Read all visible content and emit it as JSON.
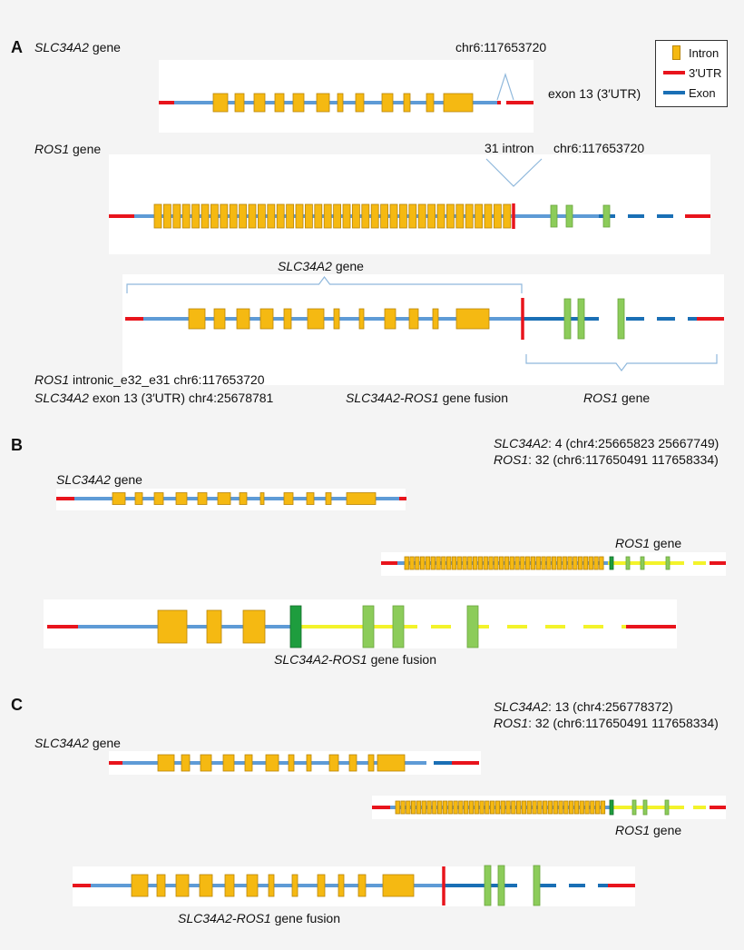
{
  "panels": {
    "a": "A",
    "b": "B",
    "c": "C"
  },
  "legend": {
    "intron": {
      "label": "Intron",
      "color": "#f5b912"
    },
    "utr": {
      "label": "3′UTR",
      "color": "#e8141c"
    },
    "exon": {
      "label": "Exon",
      "color": "#1a6fb5"
    }
  },
  "colors": {
    "backbone": "#5e9bd6",
    "intron_fill": "#f5b912",
    "intron_border": "#b9860a",
    "utr": "#e8141c",
    "exon_dark": "#1a6fb5",
    "ros_exon": "#8ccc5a",
    "ros_exon_dark": "#1e9d3e",
    "yellow_line": "#f3f32a"
  },
  "panel_a": {
    "slc_gene": {
      "gene": "SLC34A2",
      "suffix": " gene"
    },
    "breakpoint1": "chr6:117653720",
    "exon13": "exon 13 (3′UTR)",
    "ros_gene": {
      "gene": "ROS1",
      "suffix": " gene"
    },
    "intron31": "31 intron",
    "breakpoint2": "chr6:117653720",
    "fusion_slc_label": {
      "gene": "SLC34A2",
      "suffix": " gene"
    },
    "note1": {
      "gene": "ROS1",
      "suffix": " intronic_e32_e31 chr6:117653720"
    },
    "note2": {
      "gene": "SLC34A2",
      "suffix": " exon 13 (3′UTR) chr4:25678781"
    },
    "fusion": {
      "gene": "SLC34A2-ROS1",
      "suffix": " gene fusion"
    },
    "fusion_ros_label": {
      "gene": "ROS1",
      "suffix": " gene"
    }
  },
  "panel_b": {
    "info1": {
      "gene": "SLC34A2",
      "suffix": ": 4 (chr4:25665823 25667749)"
    },
    "info2": {
      "gene": "ROS1",
      "suffix": ": 32 (chr6:117650491 117658334)"
    },
    "slc_gene": {
      "gene": "SLC34A2",
      "suffix": " gene"
    },
    "ros_gene": {
      "gene": "ROS1",
      "suffix": " gene"
    },
    "fusion": {
      "gene": "SLC34A2-ROS1",
      "suffix": " gene fusion"
    }
  },
  "panel_c": {
    "info1": {
      "gene": "SLC34A2",
      "suffix": ": 13 (chr4:256778372)"
    },
    "info2": {
      "gene": "ROS1",
      "suffix": ": 32 (chr6:117650491 117658334)"
    },
    "slc_gene": {
      "gene": "SLC34A2",
      "suffix": " gene"
    },
    "ros_gene": {
      "gene": "ROS1",
      "suffix": " gene"
    },
    "fusion": {
      "gene": "SLC34A2-ROS1",
      "suffix": " gene fusion"
    }
  }
}
